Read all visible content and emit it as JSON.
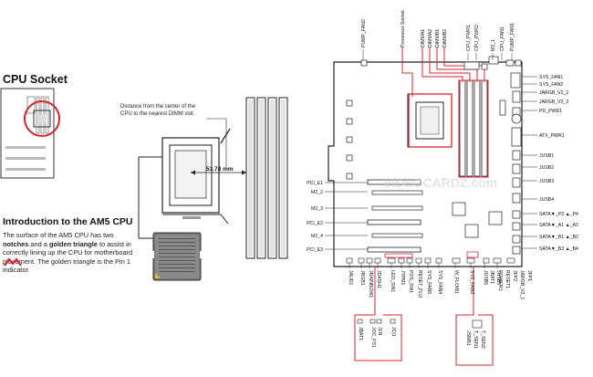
{
  "left": {
    "title": "CPU Socket",
    "intro_title": "Introduction to the AM5 CPU",
    "intro_p1": "The surface of the AM5 CPU has two",
    "intro_notches": "notches",
    "intro_and": " and a ",
    "intro_triangle": "golden triangle",
    "intro_p2": " to assist in correctly lining up the CPU for motherboard placement. The golden triangle is the Pin 1 indicator."
  },
  "socket_diagram": {
    "note_line1": "Distance from the center of the",
    "note_line2": "CPU to the nearest DIMM slot.",
    "distance": "53.74 mm"
  },
  "board": {
    "top_labels": [
      "PUMP_FAN2",
      "Processor Socket",
      "DIMMA1",
      "DIMMA2",
      "DIMMB1",
      "DIMMB2",
      "CPU_PWR1",
      "CPU_PWR2",
      "M2_1",
      "CPU_FAN1",
      "PUMP_FAN1"
    ],
    "right_labels": [
      "SYS_FAN1",
      "SYS_FAN2",
      "JARGB_V2_2",
      "JARGB_V2_3",
      "PD_PWR1",
      "ATX_PWR1",
      "JUSB1",
      "JUSB2",
      "JUSB3",
      "JUSB4",
      "SATA▼_P3 ▲_P4",
      "SATA▼_A1 ▲_A2",
      "SATA▼_B1 ▲_B2",
      "SATA▼_B3 ▲_B4"
    ],
    "left_labels": [
      "PCI_E1",
      "M2_2",
      "M2_3",
      "PCI_E2",
      "M2_4",
      "PCI_E3"
    ],
    "bottom_labels": [
      "JAUD1",
      "JRGB1",
      "JRAINBOW1",
      "JDASH1",
      "LED_SW1",
      "JTPM1",
      "POS_SW1",
      "RESET_FLO",
      "SYS_FAN5",
      "SYS_FAN4",
      "W_FLOW1",
      "SYS_FAN3",
      "JUSB6",
      "JUSB5",
      "JBAT1",
      "POWER1",
      "RESET1",
      "JFP2",
      "JARGB_V2_1",
      "JFP1"
    ],
    "bottom_box1": [
      "JBAT1",
      "JOC_FS1",
      "JLN",
      "JCI1"
    ],
    "bottom_box2": [
      "JSMB1",
      "T_SEN1",
      "T_SEN2"
    ]
  },
  "watermark": "VIDEOCARDZ.com",
  "colors": {
    "accent": "#d9232d",
    "line": "#222222"
  }
}
